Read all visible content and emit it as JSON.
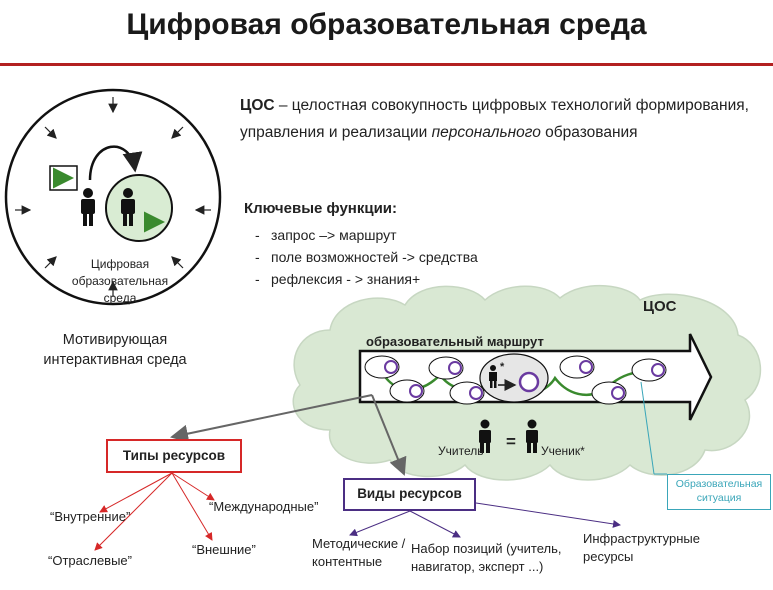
{
  "title": "Цифровая образовательная среда",
  "definition": {
    "term": "ЦОС",
    "text_before": " – целостная совокупность цифровых технологий формирования, управления и реализации ",
    "italic": "персонального",
    "text_after": " образования"
  },
  "functions": {
    "title": "Ключевые функции:",
    "items": [
      "запрос –> маршрут",
      "поле возможностей -> средства",
      "рефлексия - > знания+"
    ]
  },
  "circle": {
    "label": "Цифровая образовательная среда",
    "caption": "Мотивирующая интерактивная среда"
  },
  "cloud": {
    "title": "ЦОС",
    "route_label": "образовательный маршрут",
    "teacher": "Учитель",
    "equals": "=",
    "student": "Ученик*",
    "star": "*"
  },
  "resource_types": {
    "label": "Типы ресурсов",
    "items": [
      "“Внутренние”",
      "“Международные”",
      "“Отраслевые”",
      "“Внешние”"
    ]
  },
  "resource_kinds": {
    "label": "Виды ресурсов",
    "items": [
      "Методические / контентные",
      "Набор позиций (учитель, навигатор, эксперт ...)",
      "Инфраструктурные ресурсы"
    ]
  },
  "situation": "Образовательная ситуация",
  "colors": {
    "accent_red": "#d62828",
    "title_rule": "#b32020",
    "purple": "#4b2e83",
    "green": "#3a8a2e",
    "cloud_fill": "#d9e8d3",
    "teal": "#3aa6b9"
  }
}
